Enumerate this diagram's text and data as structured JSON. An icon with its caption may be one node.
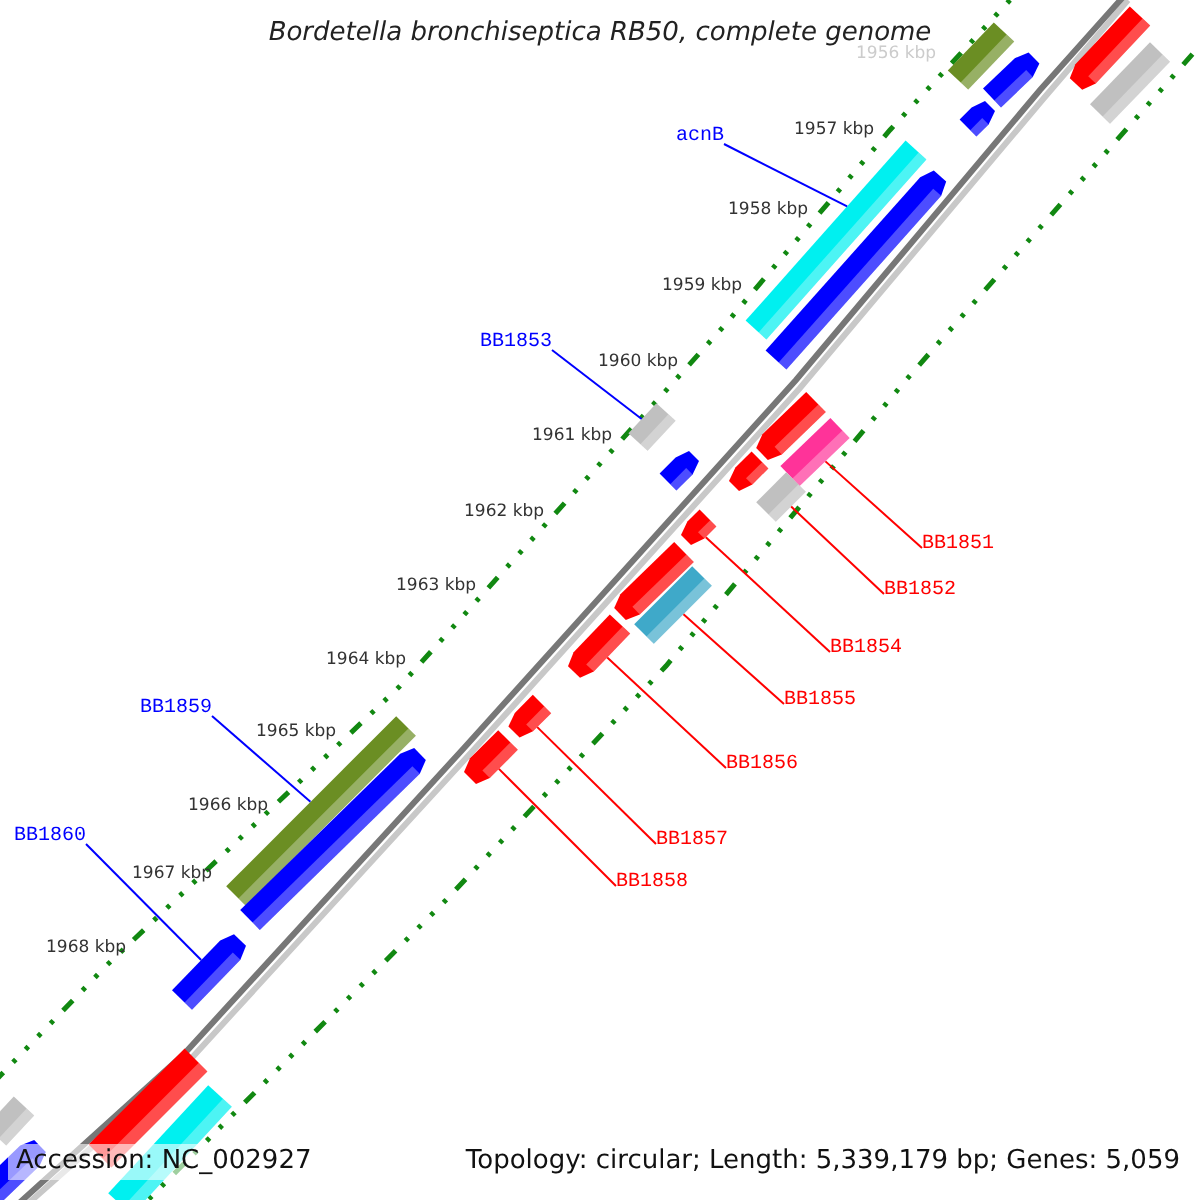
{
  "diagram": {
    "title": "Bordetella bronchiseptica RB50, complete genome",
    "nodes": [
      {
        "text": [
          "acnB"
        ]
      },
      {
        "text": [
          "BB1853"
        ]
      },
      {
        "text": [
          "BB1851"
        ]
      },
      {
        "text": [
          "BB1852"
        ]
      },
      {
        "text": [
          "BB1854"
        ]
      },
      {
        "text": [
          "BB1855"
        ]
      },
      {
        "text": [
          "BB1859"
        ]
      },
      {
        "text": [
          "BB1856"
        ]
      },
      {
        "text": [
          "BB1860"
        ]
      },
      {
        "text": [
          "BB1857"
        ]
      },
      {
        "text": [
          "BB1858"
        ]
      },
      {
        "text": [],
        "shape": "bar"
      },
      {
        "text": [],
        "shape": "bar"
      },
      {
        "text": [],
        "shape": "bar"
      },
      {
        "text": [],
        "shape": "bar"
      },
      {
        "text": [],
        "shape": "pentagon"
      },
      {
        "text": [],
        "shape": "bar"
      },
      {
        "text": [],
        "shape": "bar"
      },
      {
        "text": [],
        "shape": "pentagon"
      },
      {
        "text": [],
        "shape": "pentagon"
      },
      {
        "text": [],
        "shape": "pentagon"
      },
      {
        "text": [],
        "shape": "pentagon"
      },
      {
        "text": [],
        "shape": "bar"
      },
      {
        "text": [],
        "shape": "pentagon"
      },
      {
        "text": [],
        "shape": "pentagon"
      },
      {
        "text": [],
        "shape": "pentagon"
      },
      {
        "text": [],
        "shape": "pentagon"
      },
      {
        "text": [],
        "shape": "pentagon"
      },
      {
        "text": [],
        "shape": "pentagon"
      },
      {
        "text": [],
        "shape": "pentagon"
      },
      {
        "text": [],
        "shape": "bar"
      },
      {
        "text": [],
        "shape": "pentagon"
      },
      {
        "text": [],
        "shape": "pentagon"
      },
      {
        "text": [],
        "shape": "pentagon"
      },
      {
        "text": [],
        "shape": "bar"
      },
      {
        "text": [],
        "shape": "bar"
      },
      {
        "text": [],
        "shape": "bar"
      }
    ],
    "edges": [
      {
        "from": 0,
        "to": 11,
        "arrow": "none",
        "color": "#0000ff"
      },
      {
        "from": 1,
        "to": 12,
        "arrow": "none",
        "color": "#0000ff"
      },
      {
        "from": 2,
        "to": 13,
        "arrow": "none"
      },
      {
        "from": 3,
        "to": 14,
        "arrow": "none"
      },
      {
        "from": 4,
        "to": 15,
        "arrow": "none"
      },
      {
        "from": 5,
        "to": 16,
        "arrow": "none"
      },
      {
        "from": 6,
        "to": 17,
        "arrow": "none",
        "color": "#0000ff"
      },
      {
        "from": 7,
        "to": 18,
        "arrow": "none"
      },
      {
        "from": 8,
        "to": 19,
        "arrow": "none",
        "color": "#0000ff"
      },
      {
        "from": 9,
        "to": 20,
        "arrow": "none"
      },
      {
        "from": 10,
        "to": 21,
        "arrow": "none"
      }
    ],
    "labels": [
      "1956 kbp",
      "1957 kbp",
      "1958 kbp",
      "1959 kbp",
      "1960 kbp",
      "1961 kbp",
      "1962 kbp",
      "1963 kbp",
      "1964 kbp",
      "1965 kbp",
      "1966 kbp",
      "1967 kbp",
      "1968 kbp",
      "Accession: NC_002927",
      "Topology: circular; Length: 5,339,179 bp; Genes: 5,059"
    ]
  }
}
